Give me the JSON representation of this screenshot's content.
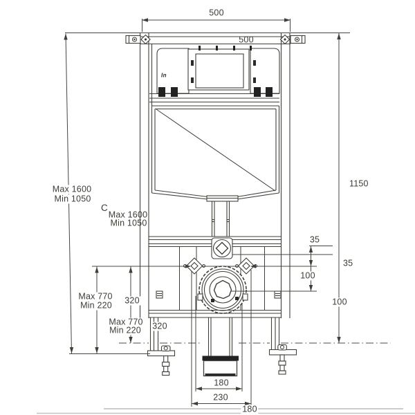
{
  "drawing_type": "concealed-cistern-frame-installation-diagram",
  "logo": {
    "brand": "In"
  },
  "dimensions": {
    "top_width": "500",
    "top_width_dup": "500",
    "overall_height": "1150",
    "offset_35_a": "35",
    "offset_35_b": "35",
    "offset_100_a": "100",
    "offset_100_b": "100",
    "panel_height_max": "Max 1600",
    "panel_height_min": "Min 1050",
    "c_ref": "C",
    "panel_height_max_dup": "Max 1600",
    "panel_height_min_dup": "Min 1050",
    "outlet_height_max": "Max 770",
    "outlet_height_min": "Min 220",
    "outlet_height_max_dup": "Max 770",
    "outlet_height_min_dup": "Min 220",
    "dim_320_a": "320",
    "dim_320_b": "320",
    "outlet_width_180": "180",
    "fixing_width_230": "230",
    "outlet_width_180_dup": "180"
  }
}
